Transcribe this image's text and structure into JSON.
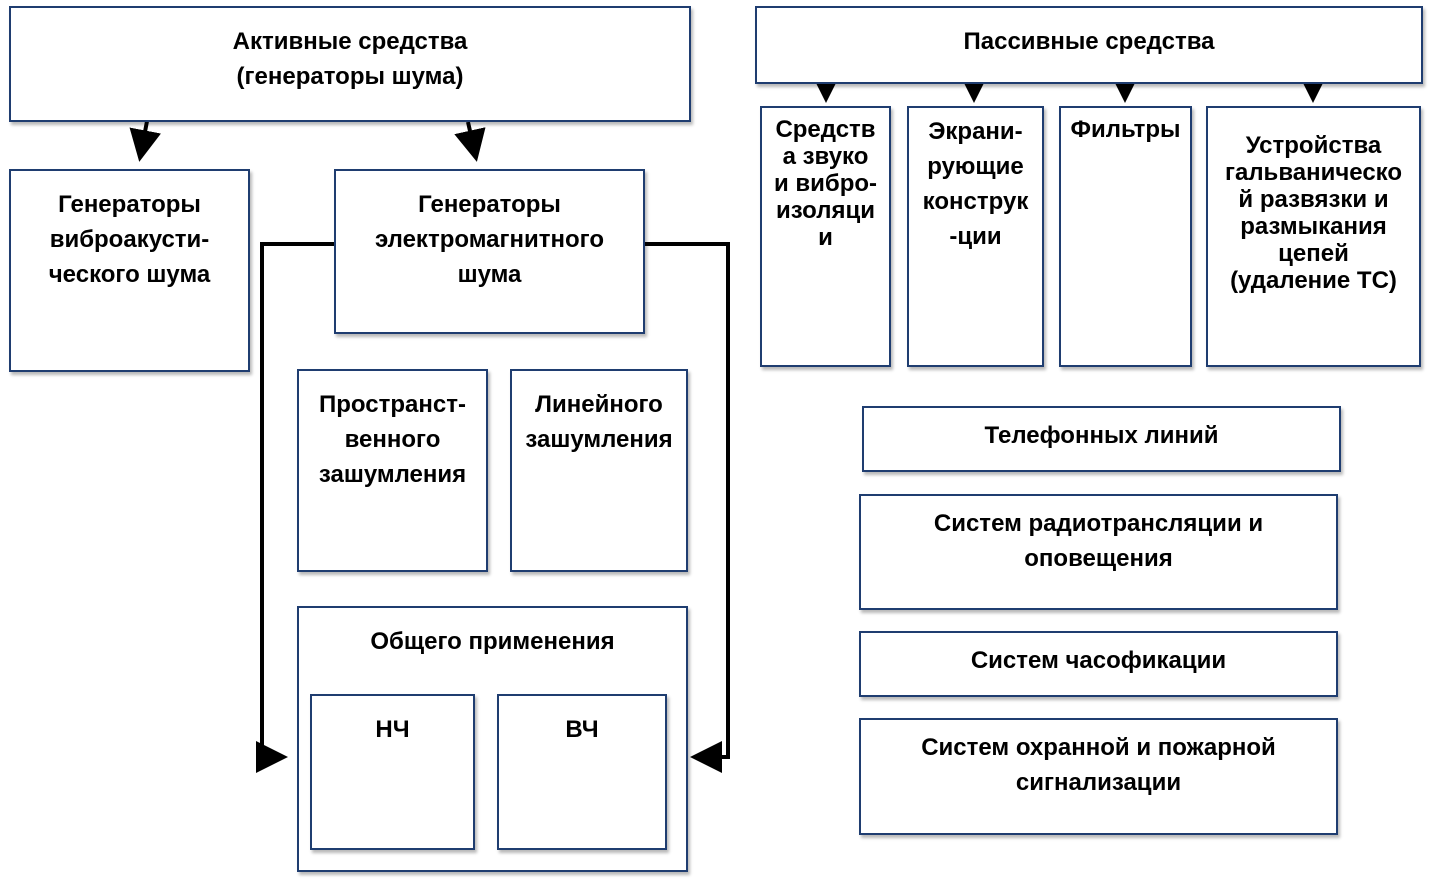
{
  "active": {
    "title": "Активные средства\n(генераторы шума)",
    "vibro": "Генераторы\nвиброакусти-\nческого шума",
    "em": "Генераторы\nэлектромагнитного\nшума",
    "spatial": "Пространст-\nвенного\nзашумления",
    "linear": "Линейного\nзашумления",
    "general": "Общего применения",
    "lf": "НЧ",
    "hf": "ВЧ"
  },
  "passive": {
    "title": "Пассивные средства",
    "sound": "Средств\nа звуко\nи вибро-\nизоляци\nи",
    "shield": "Экрани-\nрующие\nконструк\n-ции",
    "filters": "Фильтры",
    "galvanic": "Устройства\nгальваническо\nй  развязки и\nразмыкания\nцепей\n(удаление ТС)",
    "phone": "Телефонных линий",
    "radio": "Систем радиотрансляции  и\nоповещения",
    "clock": "Систем часофикации",
    "alarm": "Систем охранной и пожарной\nсигнализации"
  }
}
